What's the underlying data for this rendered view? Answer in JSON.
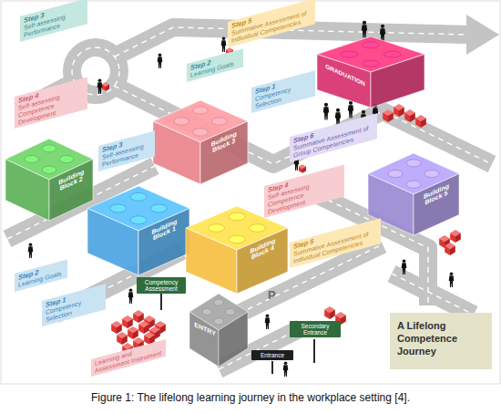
{
  "diagram": {
    "title": "A Lifelong Competence Journey",
    "caption": "Figure 1: The lifelong learning journey in the workplace setting [4].",
    "nodes": [
      {
        "text": [
          "Step 3",
          "Self-assessing Performance"
        ]
      },
      {
        "text": [
          "Step 5",
          "Summative Assessment of Individual Competencies"
        ]
      },
      {
        "text": [
          "GRADUATION"
        ]
      },
      {
        "text": [
          "Step 2",
          "Learning Goals"
        ]
      },
      {
        "text": [
          "Step 1",
          "Competency Selection"
        ]
      },
      {
        "text": [
          "Step 4",
          "Self-assessing Competence Development"
        ]
      },
      {
        "text": [
          "Building Block 3"
        ]
      },
      {
        "text": [
          "Building Block 2"
        ]
      },
      {
        "text": [
          "Step 3",
          "Self-assessing Performance"
        ]
      },
      {
        "text": [
          "Step 6",
          "Summative Assessment of Group Competencies"
        ]
      },
      {
        "text": [
          "Building Block 5"
        ]
      },
      {
        "text": [
          "Step 4",
          "Self-assessing Competence Development"
        ]
      },
      {
        "text": [
          "Building Block 1"
        ]
      },
      {
        "text": [
          "Building Block 4"
        ]
      },
      {
        "text": [
          "Step 5",
          "Summative Assessment of Individual Competencies"
        ]
      },
      {
        "text": [
          "Step 2",
          "Learning Goals"
        ]
      },
      {
        "text": [
          "Step 1",
          "Competency Selection"
        ]
      },
      {
        "text": [
          "Learning and Assessment Instrument"
        ]
      },
      {
        "text": [
          "Competency Assessment"
        ]
      },
      {
        "text": [
          "ENTRY"
        ]
      },
      {
        "text": [
          "Entrance"
        ]
      },
      {
        "text": [
          "Secondary Entrance"
        ]
      }
    ],
    "labels": [
      "P"
    ]
  }
}
